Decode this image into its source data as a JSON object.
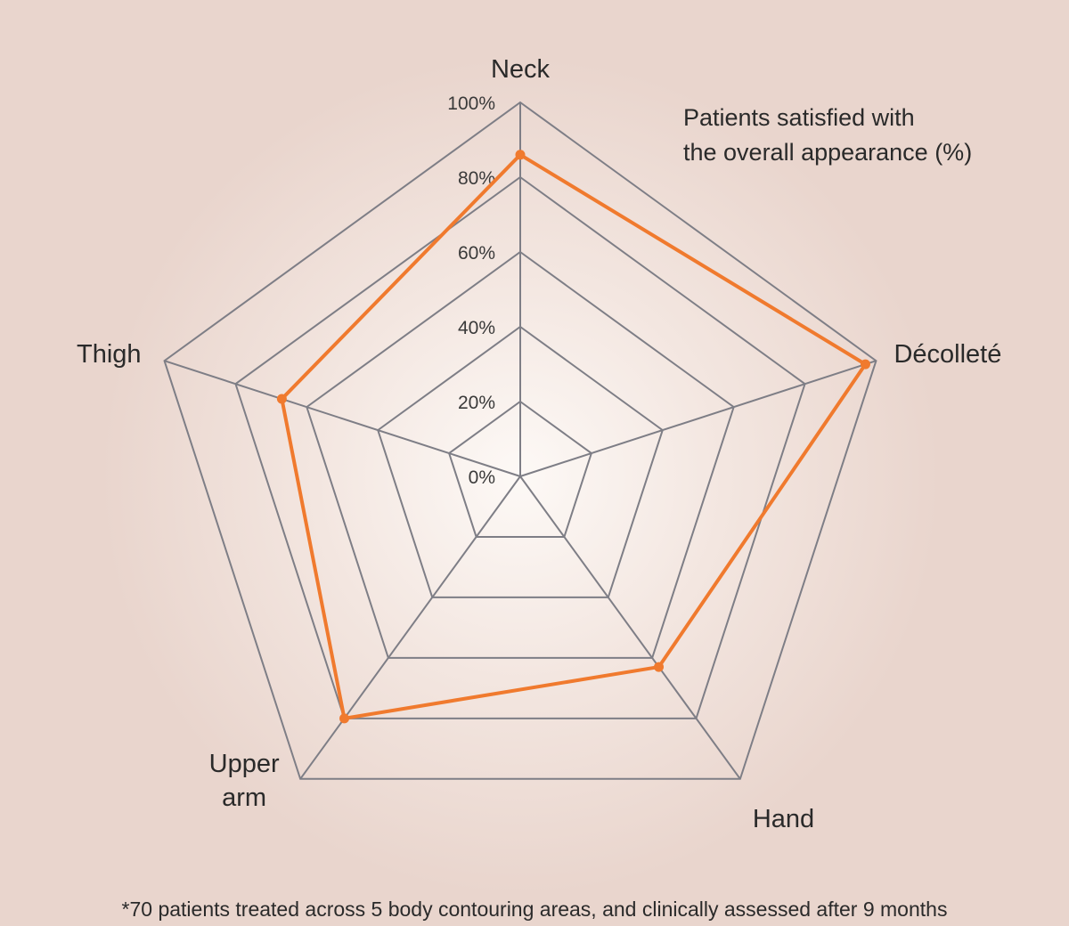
{
  "chart_data": {
    "type": "radar",
    "categories": [
      "Neck",
      "Décolleté",
      "Hand",
      "Upper arm",
      "Thigh"
    ],
    "category_lines": [
      [
        "Neck"
      ],
      [
        "Décolleté"
      ],
      [
        "Hand"
      ],
      [
        "Upper",
        "arm"
      ],
      [
        "Thigh"
      ]
    ],
    "series": [
      {
        "values": [
          86,
          97,
          63,
          80,
          67
        ]
      }
    ],
    "rlim": [
      0,
      100
    ],
    "ticks": [
      0,
      20,
      40,
      60,
      80,
      100
    ],
    "tick_labels": [
      "0%",
      "20%",
      "40%",
      "60%",
      "80%",
      "100%"
    ],
    "legend_lines": [
      "Patients satisfied with",
      "the overall appearance (%)"
    ],
    "legend_position": "top-right",
    "colors": {
      "series": "#f07a2e",
      "grid": "#7e7e86",
      "background": "#e9d5cd"
    }
  },
  "footnote": "*70 patients treated across 5 body contouring areas, and clinically assessed after 9 months"
}
